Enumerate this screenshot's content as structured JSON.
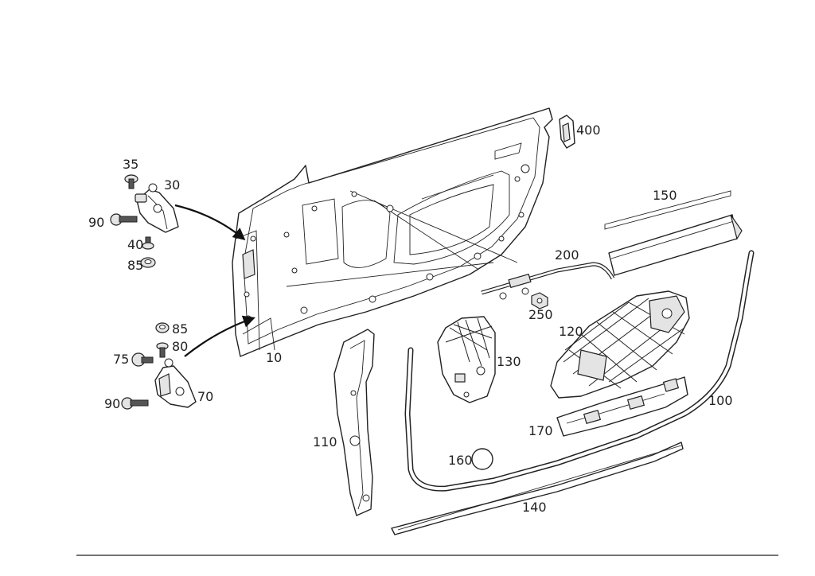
{
  "callouts": {
    "c10": "10",
    "c30": "30",
    "c35": "35",
    "c40": "40",
    "c70": "70",
    "c75": "75",
    "c80": "80",
    "c85a": "85",
    "c85b": "85",
    "c90a": "90",
    "c90b": "90",
    "c100": "100",
    "c110": "110",
    "c120": "120",
    "c130": "130",
    "c140": "140",
    "c150": "150",
    "c160": "160",
    "c170": "170",
    "c200": "200",
    "c250": "250",
    "c400": "400"
  }
}
